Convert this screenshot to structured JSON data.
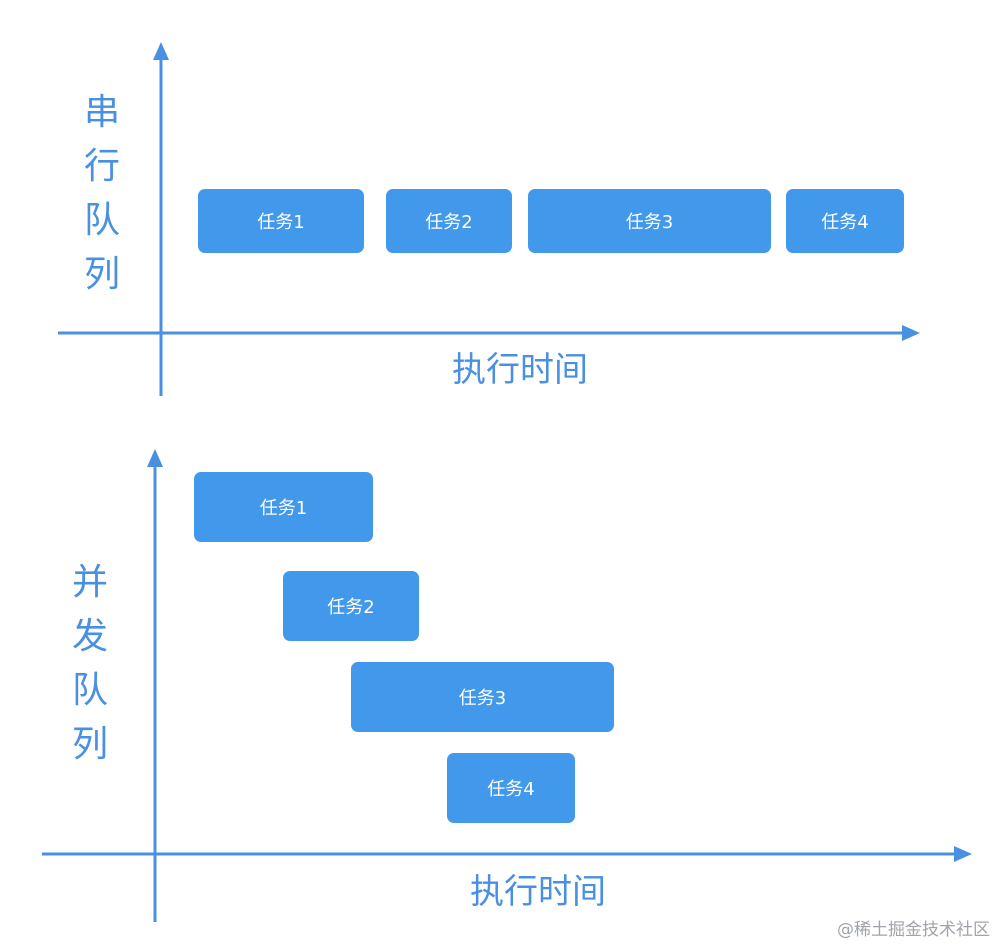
{
  "serial": {
    "queue_label": "串行队列",
    "x_label": "执行时间",
    "tasks": [
      {
        "label": "任务1"
      },
      {
        "label": "任务2"
      },
      {
        "label": "任务3"
      },
      {
        "label": "任务4"
      }
    ]
  },
  "concurrent": {
    "queue_label": "并发队列",
    "x_label": "执行时间",
    "tasks": [
      {
        "label": "任务1"
      },
      {
        "label": "任务2"
      },
      {
        "label": "任务3"
      },
      {
        "label": "任务4"
      }
    ]
  },
  "watermark": "@稀土掘金技术社区",
  "colors": {
    "axis": "#4a90e2",
    "task_fill": "#4299ec",
    "task_text": "#ffffff"
  }
}
